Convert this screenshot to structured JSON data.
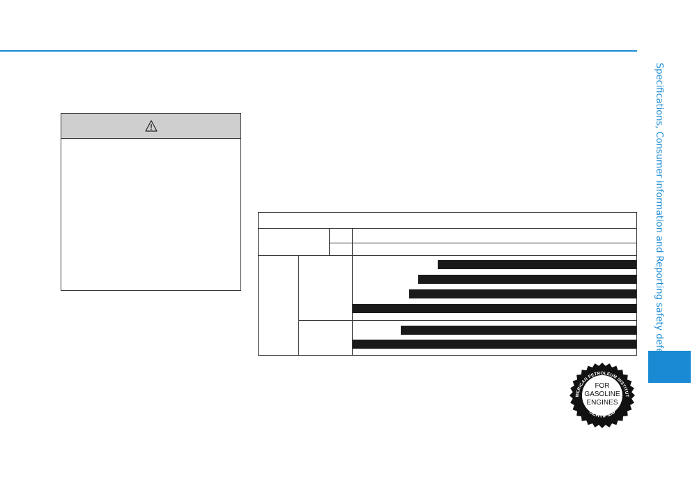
{
  "colors": {
    "accent": "#1a8ad4",
    "table_line": "#333333",
    "caution_header": "#cfcfcf",
    "bar": "#1a1a1a"
  },
  "side_tab": {
    "title": "Specifications, Consumer information and Reporting safety defects"
  },
  "caution": {
    "icon": "warning-triangle-icon"
  },
  "table": {
    "bar_values": [
      0.7,
      0.77,
      0.8,
      1.0,
      0.83,
      1.0
    ]
  },
  "seal": {
    "ring_text": "AMERICAN PETROLEUM INSTITUTE",
    "line1": "FOR",
    "line2": "GASOLINE",
    "line3": "ENGINES",
    "bottom_text": "CERTIFIED"
  }
}
